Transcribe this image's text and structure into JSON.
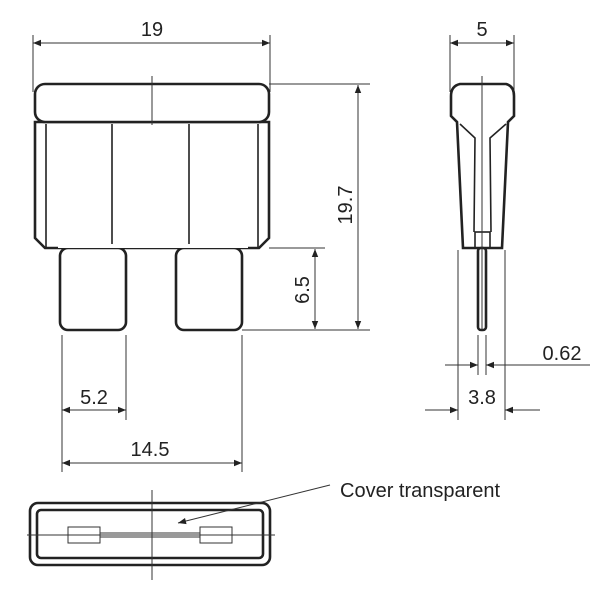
{
  "dimensions": {
    "width": "19",
    "height": "19.7",
    "leg_length": "6.5",
    "leg_width": "5.2",
    "leg_span": "14.5",
    "thickness": "5",
    "pin_thickness": "0.62",
    "body_thickness": "3.8"
  },
  "annotation": "Cover transparent"
}
